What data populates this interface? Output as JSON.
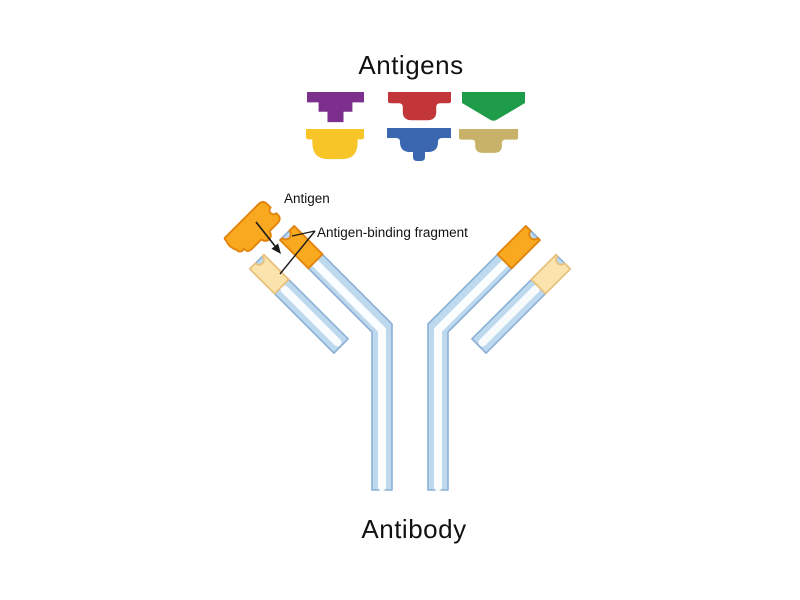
{
  "title": "Antigens",
  "footer_label": "Antibody",
  "annotations": {
    "antigen": "Antigen",
    "binding_fragment": "Antigen-binding fragment"
  },
  "antigens": {
    "items": [
      {
        "name": "stepped-antigen",
        "color": "#7D2F8D"
      },
      {
        "name": "notched-antigen",
        "color": "#C23538"
      },
      {
        "name": "pointed-antigen",
        "color": "#1F9C49"
      },
      {
        "name": "bowl-antigen",
        "color": "#F7C527"
      },
      {
        "name": "tabbed-antigen",
        "color": "#3A67AF"
      },
      {
        "name": "flanged-antigen",
        "color": "#C8B269"
      }
    ]
  },
  "antibody": {
    "colors": {
      "chain_fill": "#BDD9EE",
      "chain_border": "#8CAFD6",
      "chain_highlight": "#FFFFFF",
      "binding_tip_fill": "#F8A91F",
      "binding_tip_border": "#E2820A",
      "light_tip_fill": "#FBE3AE",
      "light_tip_border": "#E9C077",
      "annotation_line": "#1A1A1A"
    }
  },
  "text_color": "#111111",
  "background": "#FFFFFF"
}
